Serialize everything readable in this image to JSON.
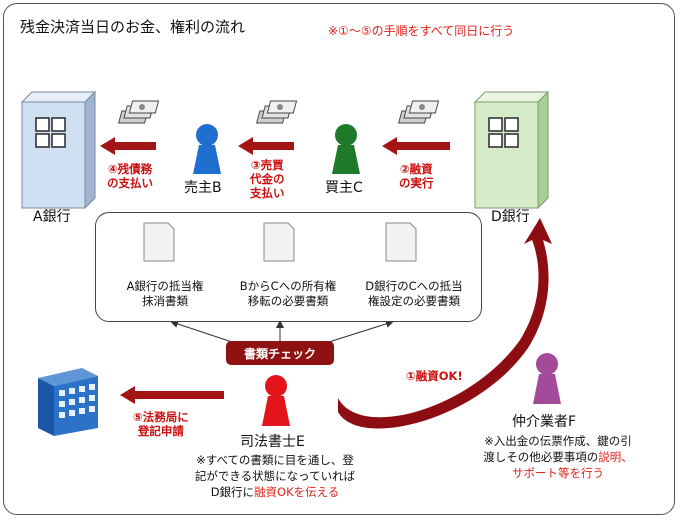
{
  "title": "残金決済当日のお金、権利の流れ",
  "note": "※①～⑤の手順をすべて同日に行う",
  "parties": {
    "bank_a": "A銀行",
    "bank_d": "D銀行",
    "seller": "売主B",
    "buyer": "買主C",
    "broker": "仲介業者F",
    "scrivener": "司法書士E"
  },
  "steps": {
    "step2_line1": "②融資",
    "step2_line2": "の実行",
    "step3_line1": "③売買",
    "step3_line2": "代金の",
    "step3_line3": "支払い",
    "step4_line1": "④残債務",
    "step4_line2": "の支払い",
    "step5_line1": "⑤法務局に",
    "step5_line2": "登記申請",
    "step1": "①融資OK!"
  },
  "documents": [
    {
      "line1": "A銀行の抵当権",
      "line2": "抹消書類"
    },
    {
      "line1": "BからCへの所有権",
      "line2": "移転の必要書類"
    },
    {
      "line1": "D銀行のCへの抵当",
      "line2": "権設定の必要書類"
    }
  ],
  "check_label": "書類チェック",
  "scrivener_note": {
    "line1": "※すべての書類に目を通し、登",
    "line2": "記ができる状態になっていれば",
    "line3_prefix": "D銀行に",
    "line3_highlight": "融資OKを伝える"
  },
  "broker_note": {
    "line1": "※入出金の伝票作成、鍵の引",
    "line2_prefix": "渡しその他必要事項の",
    "line2_highlight": "説明、",
    "line3_highlight": "サポート等を行う"
  },
  "colors": {
    "arrow_red": "#a31414",
    "seller_blue": "#1f6fd0",
    "buyer_green": "#1e7a2a",
    "broker_purple": "#a34a9a",
    "scrivener_red": "#e3141a",
    "bank_a_fill": "#cfe0f2",
    "bank_d_fill": "#d6ecc8",
    "note_red": "#e0201a"
  }
}
